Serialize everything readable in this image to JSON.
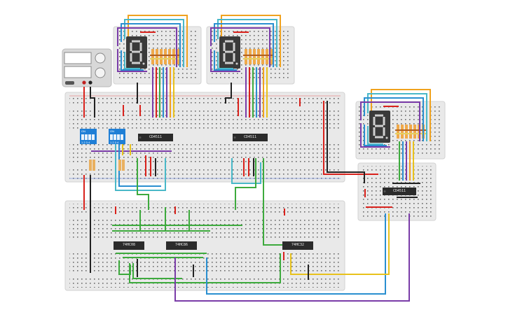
{
  "chips": {
    "main_decoder_1": "CD4511",
    "main_decoder_2": "CD4511",
    "side_decoder": "CD4511",
    "gate_1": "74HC08",
    "gate_2": "74HC86",
    "gate_3": "74HC32"
  },
  "dip_switches": {
    "left": {
      "on_label": "ON",
      "numbers": "1 2 3 4"
    },
    "right": {
      "on_label": "ON",
      "numbers": "1 2 3 4"
    }
  },
  "seven_segment_displays": [
    "8",
    "8",
    "8"
  ],
  "colors": {
    "breadboard": "#e9e9e9",
    "chip": "#2b2b2b",
    "display_body": "#3a3a3a",
    "dip_switch": "#1f7fd6",
    "wire_orange": "#f0a21e",
    "wire_purple": "#7a3ca8",
    "wire_blue": "#2a8fd0",
    "wire_cyan": "#49b8c8",
    "wire_green": "#3daa3d",
    "wire_yellow": "#e8c21c",
    "wire_red": "#d9221c",
    "wire_black": "#222222"
  }
}
